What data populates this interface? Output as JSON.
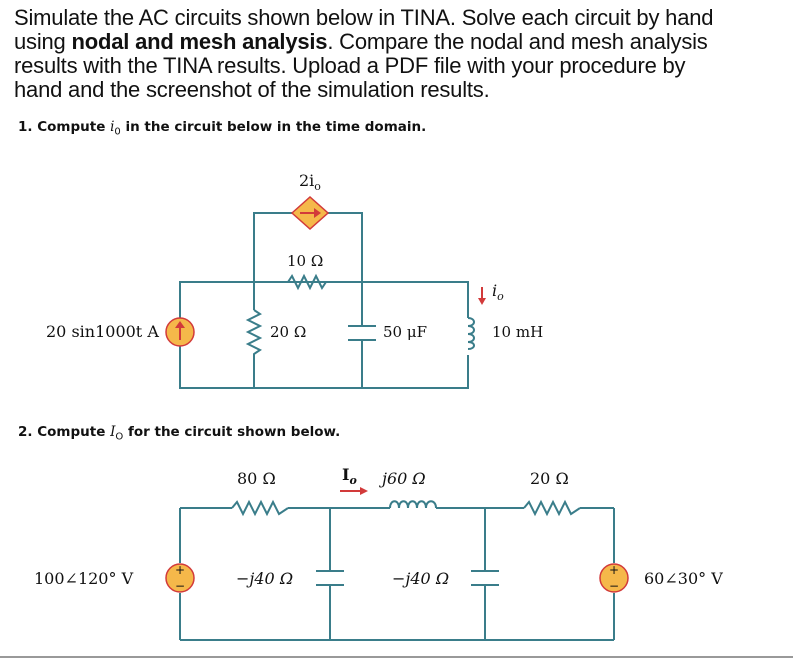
{
  "problem": {
    "line1": "Simulate the AC circuits shown below in TINA. Solve each circuit by hand",
    "line2_pre": "using ",
    "line2_bold": "nodal and mesh analysis",
    "line2_post": ". Compare the nodal and mesh analysis",
    "line3": "results with the TINA results. Upload a PDF file with your procedure by",
    "line4": "hand and the screenshot of the simulation results."
  },
  "question1": {
    "prefix": "1. Compute ",
    "var": "i",
    "var_sub": "0",
    "suffix": " in the circuit below in the time domain.",
    "circuit": {
      "source_label": "20 sin1000t A",
      "dep_source_label": "2i",
      "dep_source_sub": "o",
      "r_top_label": "10 Ω",
      "r_left_label": "20 Ω",
      "c_label": "50 μF",
      "l_label": "10 mH",
      "current_label": "i",
      "current_sub": "o"
    }
  },
  "question2": {
    "prefix": "2. Compute ",
    "var": "I",
    "var_sub": "O",
    "suffix": " for the circuit shown below.",
    "circuit": {
      "v1_label": "100∠120° V",
      "v2_label": "60∠30° V",
      "r1_label": "80 Ω",
      "c1_label": "−j40 Ω",
      "l_label": "j60 Ω",
      "c2_label": "−j40 Ω",
      "r2_label": "20 Ω",
      "current_label": "I",
      "current_sub": "o"
    }
  },
  "colors": {
    "wire": "#3a7d8a",
    "source_fill": "#f5b84a",
    "source_stroke": "#d23a3a",
    "arrow": "#d23a3a",
    "text": "#111111"
  }
}
